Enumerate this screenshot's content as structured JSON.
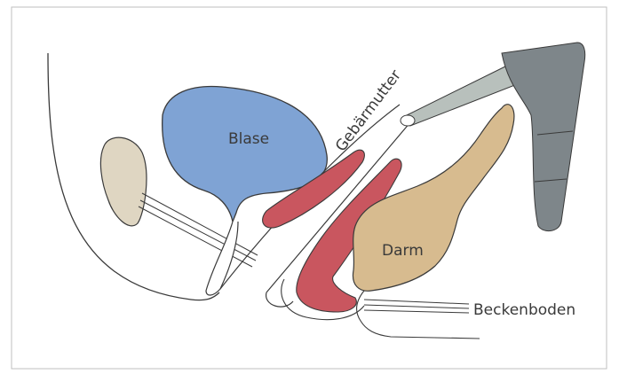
{
  "labels": {
    "bladder": "Blase",
    "uterus": "Gebärmutter",
    "bowel": "Darm",
    "pelvic_floor": "Beckenboden"
  },
  "colors": {
    "bladder_fill": "#7fa3d4",
    "pubic_bone_fill": "#dfd6c2",
    "bowel_fill": "#d7bb8f",
    "uterus_fill": "#c9565f",
    "speculum_light": "#b8c0bc",
    "speculum_dark": "#7e868a",
    "outline": "#3a3a3a",
    "border": "#bfbfbf"
  }
}
